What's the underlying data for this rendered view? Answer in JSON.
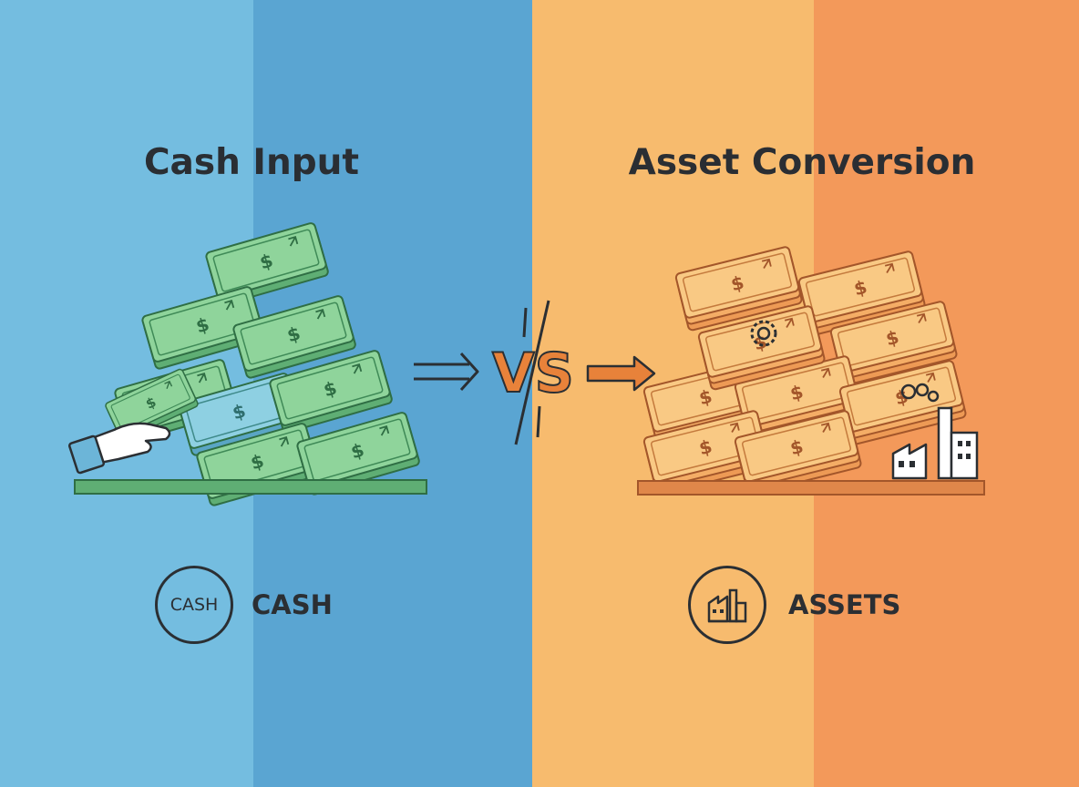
{
  "left": {
    "heading": "Cash Input",
    "badge_text": "CASH",
    "label": "CASH",
    "icons": [
      "money-stack",
      "banknote",
      "dollar-sign",
      "hand-with-cash"
    ]
  },
  "center": {
    "vs_text": "VS",
    "icons": [
      "arrow-right",
      "arrow-right"
    ]
  },
  "right": {
    "heading": "Asset Conversion",
    "label": "ASSETS",
    "badge_icon": "factory",
    "icons": [
      "asset-stack",
      "gear",
      "dollar-sign",
      "factory"
    ]
  },
  "colors": {
    "left_light": "#74bde0",
    "left_dark": "#5aa5d2",
    "right_light": "#f7bb6e",
    "right_dark": "#f3995a",
    "cash_green": "#7ecb8c",
    "asset_orange": "#f6b56c",
    "vs_orange": "#e8823a",
    "text_dark": "#2a2e33"
  }
}
